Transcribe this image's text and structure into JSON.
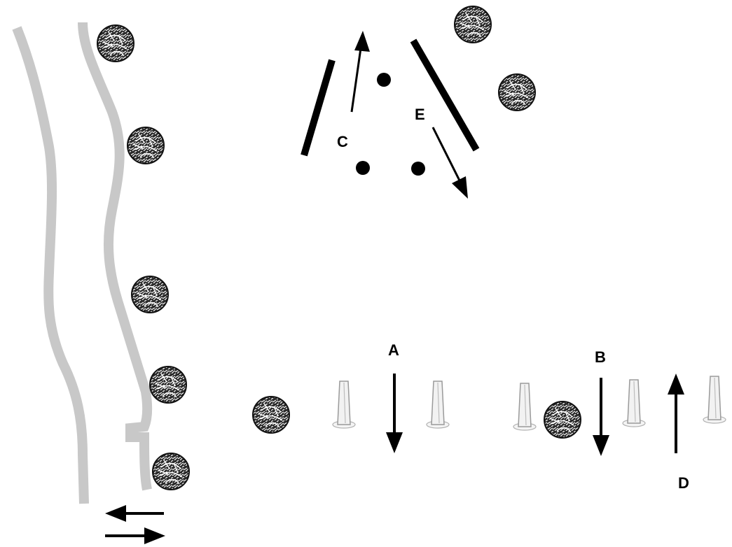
{
  "labels": {
    "a": "A",
    "b": "B",
    "c": "C",
    "d": "D",
    "e": "E"
  },
  "colors": {
    "road": "#c8c8c8",
    "ink": "#000000",
    "tree_dark": "#1a1a1a",
    "tree_light": "#ffffff",
    "post_fill": "#f2f2f2",
    "post_stroke": "#9a9a9a"
  },
  "icons": {
    "tree": "tree-icon",
    "post": "post-icon",
    "marker": "marker-dot-icon",
    "arrow": "arrow-icon"
  }
}
